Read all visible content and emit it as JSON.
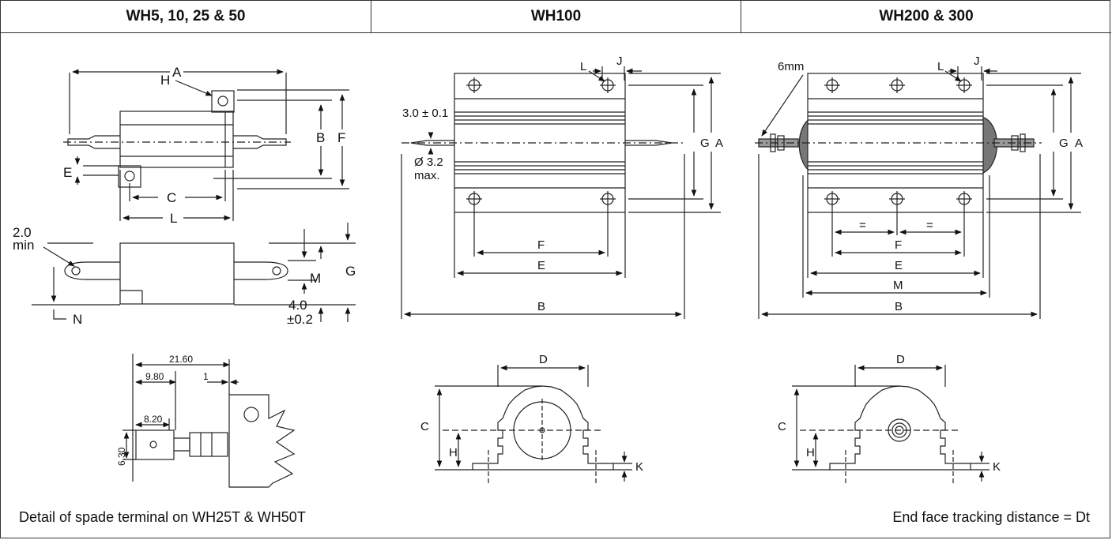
{
  "headers": [
    "WH5, 10, 25 & 50",
    "WH100",
    "WH200 & 300"
  ],
  "captions": {
    "left": "Detail of spade terminal on WH25T & WH50T",
    "right": "End face tracking distance = Dt"
  },
  "labels": {
    "A": "A",
    "B": "B",
    "C": "C",
    "D": "D",
    "E": "E",
    "F": "F",
    "G": "G",
    "H": "H",
    "J": "J",
    "K": "K",
    "L": "L",
    "M": "M",
    "N": "N",
    "equal": "=",
    "min_hole": "2.0",
    "min_word": "min",
    "tab_offset": "4.0",
    "tab_tol": "±0.2",
    "tag_thickness": "3.0 ± 0.1",
    "tag_dia": "Ø 3.2",
    "tag_max": "max.",
    "nut_spec": "6mm",
    "dim_21_60": "21.60",
    "dim_9_80": "9.80",
    "dim_1": "1",
    "dim_8_20": "8.20",
    "dim_6_30": "6.30"
  }
}
